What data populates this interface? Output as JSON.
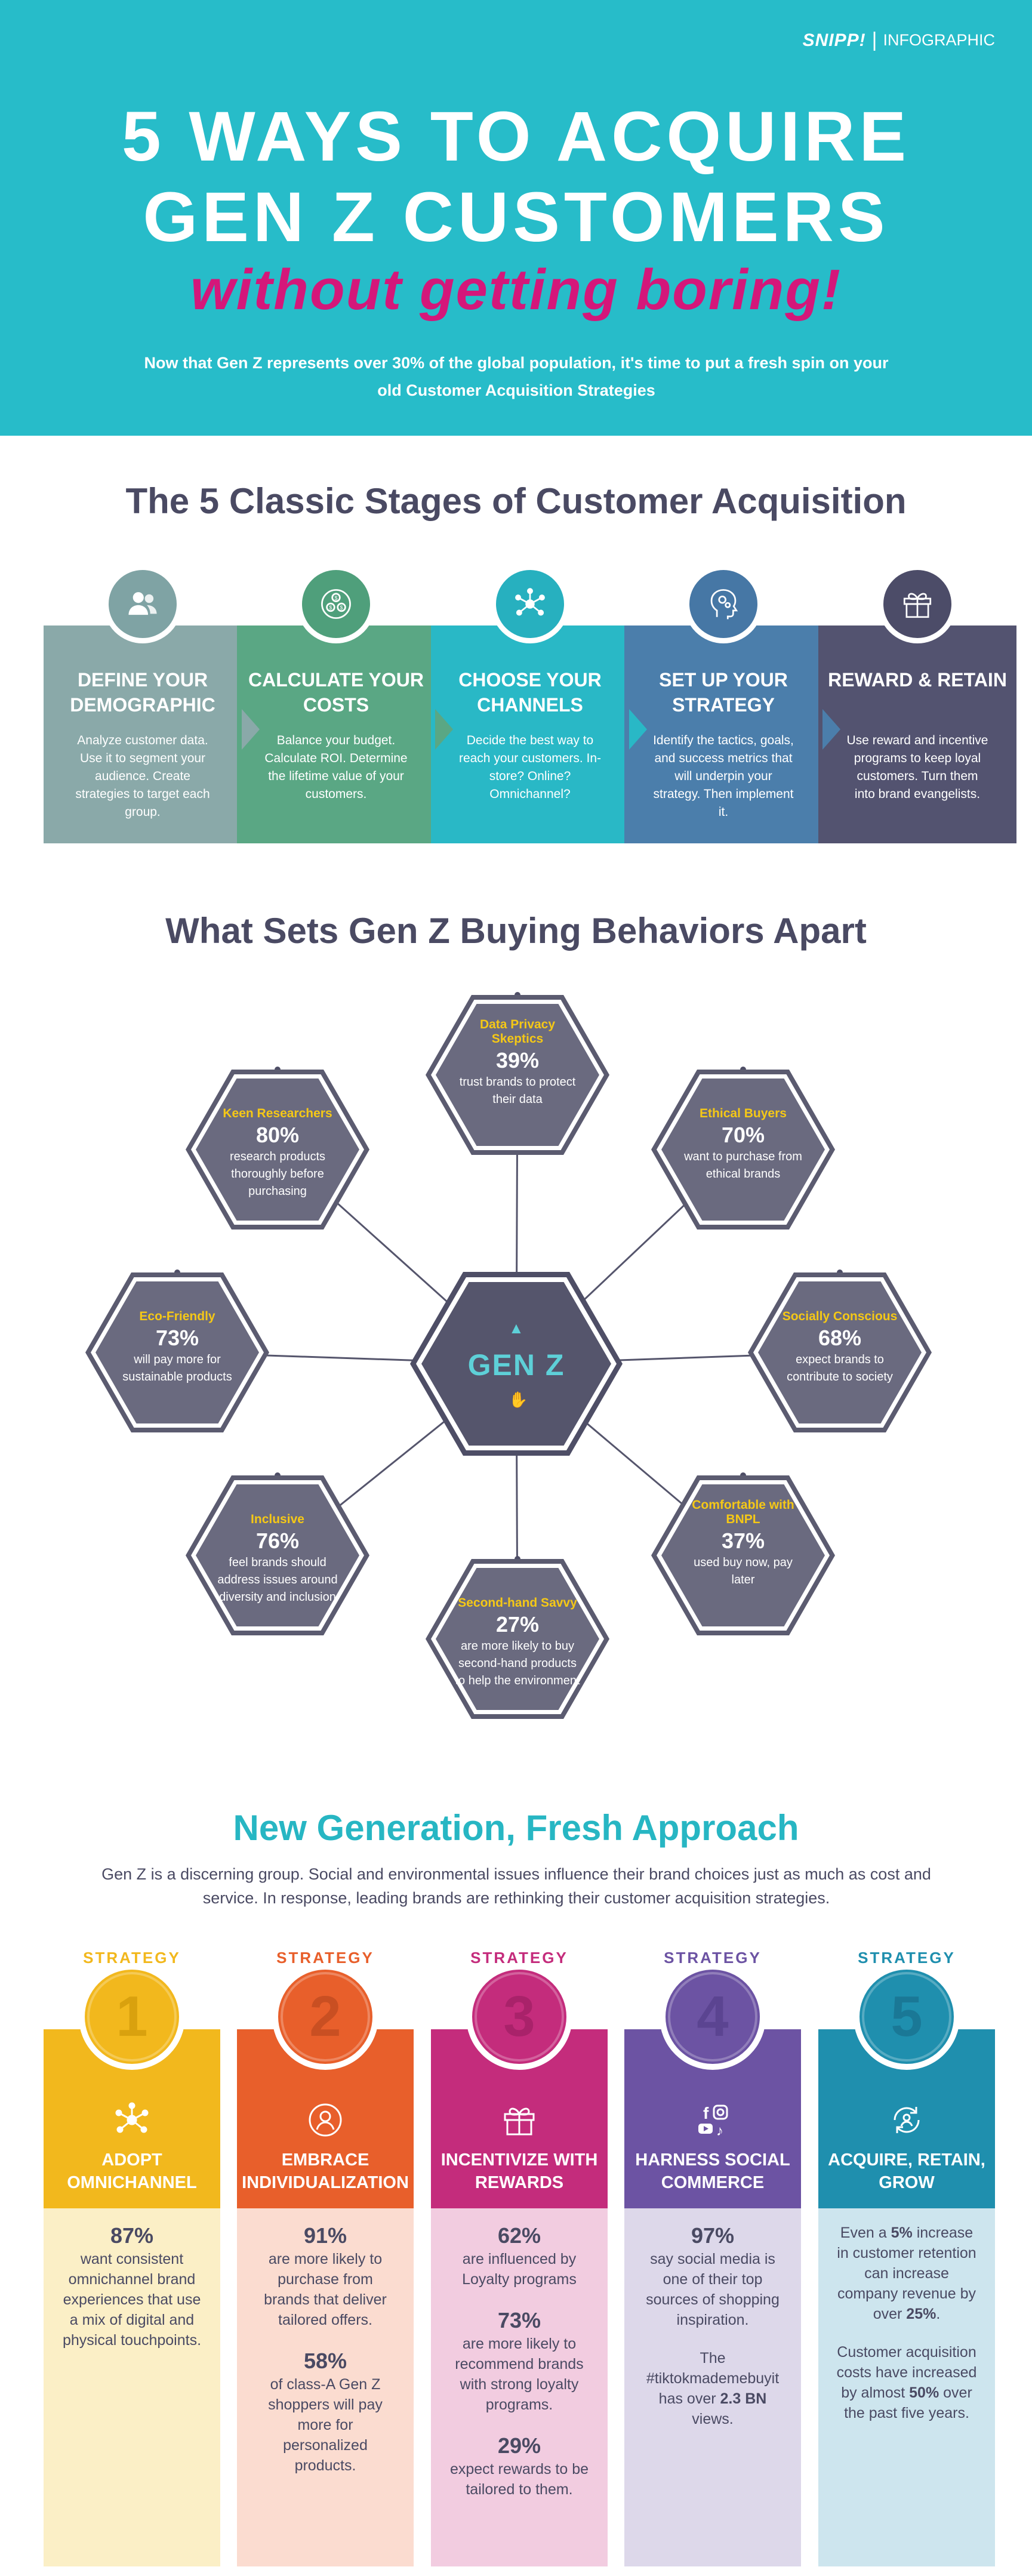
{
  "brand": {
    "logo": "SNIPP!",
    "separator": "|",
    "label": "INFOGRAPHIC"
  },
  "title": {
    "line1": "5 WAYS TO ACQUIRE",
    "line2": "GEN Z CUSTOMERS",
    "line3": "without getting boring!",
    "intro": "Now that Gen Z represents over 30% of the global population, it's time to put a fresh spin on your old Customer Acquisition Strategies"
  },
  "stages_section": {
    "title": "The 5 Classic Stages of Customer Acquisition",
    "stages": [
      {
        "title": "DEFINE YOUR DEMOGRAPHIC",
        "desc": "Analyze customer data. Use it to segment your audience. Create strategies to target each group.",
        "color": "#8aa9a9",
        "circle": "#7fa3a4",
        "icon": "users-icon"
      },
      {
        "title": "CALCULATE YOUR COSTS",
        "desc": "Balance your budget. Calculate ROI. Determine the lifetime value of your customers.",
        "color": "#5aa784",
        "circle": "#4f9f7b",
        "icon": "money-icon"
      },
      {
        "title": "CHOOSE YOUR CHANNELS",
        "desc": "Decide the best way to reach your customers. In-store? Online? Omnichannel?",
        "color": "#29b8c6",
        "circle": "#27b0bf",
        "icon": "network-icon"
      },
      {
        "title": "SET UP YOUR STRATEGY",
        "desc": "Identify the tactics, goals, and success metrics that will underpin your strategy. Then implement it.",
        "color": "#4b7eab",
        "circle": "#4677a5",
        "icon": "brain-gear-icon"
      },
      {
        "title": "REWARD & RETAIN",
        "desc": "Use reward and incentive programs to keep loyal customers. Turn them into brand evangelists.",
        "color": "#535370",
        "circle": "#4c4c68",
        "icon": "gift-icon"
      }
    ]
  },
  "behaviors_section": {
    "title": "What Sets Gen Z Buying Behaviors Apart",
    "center": "GEN Z",
    "hexagons": [
      {
        "name": "Data Privacy Skeptics",
        "pct": "39%",
        "desc": "trust brands to protect their data"
      },
      {
        "name": "Ethical Buyers",
        "pct": "70%",
        "desc": "want to purchase from ethical brands"
      },
      {
        "name": "Socially Conscious",
        "pct": "68%",
        "desc": "expect brands to contribute to society"
      },
      {
        "name": "Comfortable with BNPL",
        "pct": "37%",
        "desc": "used buy now, pay later"
      },
      {
        "name": "Second-hand Savvy",
        "pct": "27%",
        "desc": "are more likely to buy second-hand products to help the environment"
      },
      {
        "name": "Inclusive",
        "pct": "76%",
        "desc": "feel brands should address issues around diversity and inclusion"
      },
      {
        "name": "Eco-Friendly",
        "pct": "73%",
        "desc": "will pay more for sustainable products"
      },
      {
        "name": "Keen Researchers",
        "pct": "80%",
        "desc": "research products thoroughly before purchasing"
      }
    ]
  },
  "strategies_section": {
    "title": "New Generation, Fresh Approach",
    "intro": "Gen Z is a discerning group. Social and environmental issues influence their brand choices just as much as cost and service. In response, leading brands are rethinking their customer acquisition strategies.",
    "strategies": [
      {
        "word": "STRATEGY",
        "num": "1",
        "name": "ADOPT OMNICHANNEL",
        "color": "#f2b81d",
        "light": "#fbefc6",
        "numcolor": "#d9a10e",
        "icon": "network-icon",
        "stats": [
          {
            "big": "87%",
            "small": "want consistent omnichannel brand experiences that use a mix of digital and physical touchpoints."
          }
        ]
      },
      {
        "word": "STRATEGY",
        "num": "2",
        "name": "EMBRACE INDIVIDUALIZATION",
        "color": "#e85f2b",
        "light": "#fbdcd0",
        "numcolor": "#c94f22",
        "icon": "person-circle-icon",
        "stats": [
          {
            "big": "91%",
            "small": "are more likely to purchase from brands that deliver tailored offers."
          },
          {
            "big": "58%",
            "small": "of class-A Gen Z shoppers will pay more for personalized products."
          }
        ]
      },
      {
        "word": "STRATEGY",
        "num": "3",
        "name": "INCENTIVIZE WITH REWARDS",
        "color": "#c42c7c",
        "light": "#f2cce0",
        "numcolor": "#a9226a",
        "icon": "gift-icon",
        "stats": [
          {
            "big": "62%",
            "small": "are influenced by Loyalty programs"
          },
          {
            "big": "73%",
            "small": "are more likely to recommend brands with strong loyalty programs."
          },
          {
            "big": "29%",
            "small": "expect rewards to be tailored to them."
          }
        ]
      },
      {
        "word": "STRATEGY",
        "num": "4",
        "name": "HARNESS SOCIAL COMMERCE",
        "color": "#6c53a3",
        "light": "#ddd8ea",
        "numcolor": "#5b4491",
        "icon": "social-icons",
        "stats": [
          {
            "big": "97%",
            "small": "say social media is one of their top sources of shopping inspiration."
          },
          {
            "big": "",
            "small": "The #tiktokmademebuyit has over",
            "strong": "2.3 BN",
            "tail": "views."
          }
        ]
      },
      {
        "word": "STRATEGY",
        "num": "5",
        "name": "ACQUIRE, RETAIN, GROW",
        "color": "#1f8fae",
        "light": "#cde5ee",
        "numcolor": "#1a7896",
        "icon": "cycle-user-icon",
        "stats": [
          {
            "big": "",
            "small": "Even a",
            "strong": "5%",
            "tail": "increase in customer retention can increase company revenue by over",
            "strong2": "25%",
            "tail2": "."
          },
          {
            "big": "",
            "small": "Customer acquisition costs have increased by almost",
            "strong": "50%",
            "tail": "over the past five years."
          }
        ]
      }
    ]
  }
}
